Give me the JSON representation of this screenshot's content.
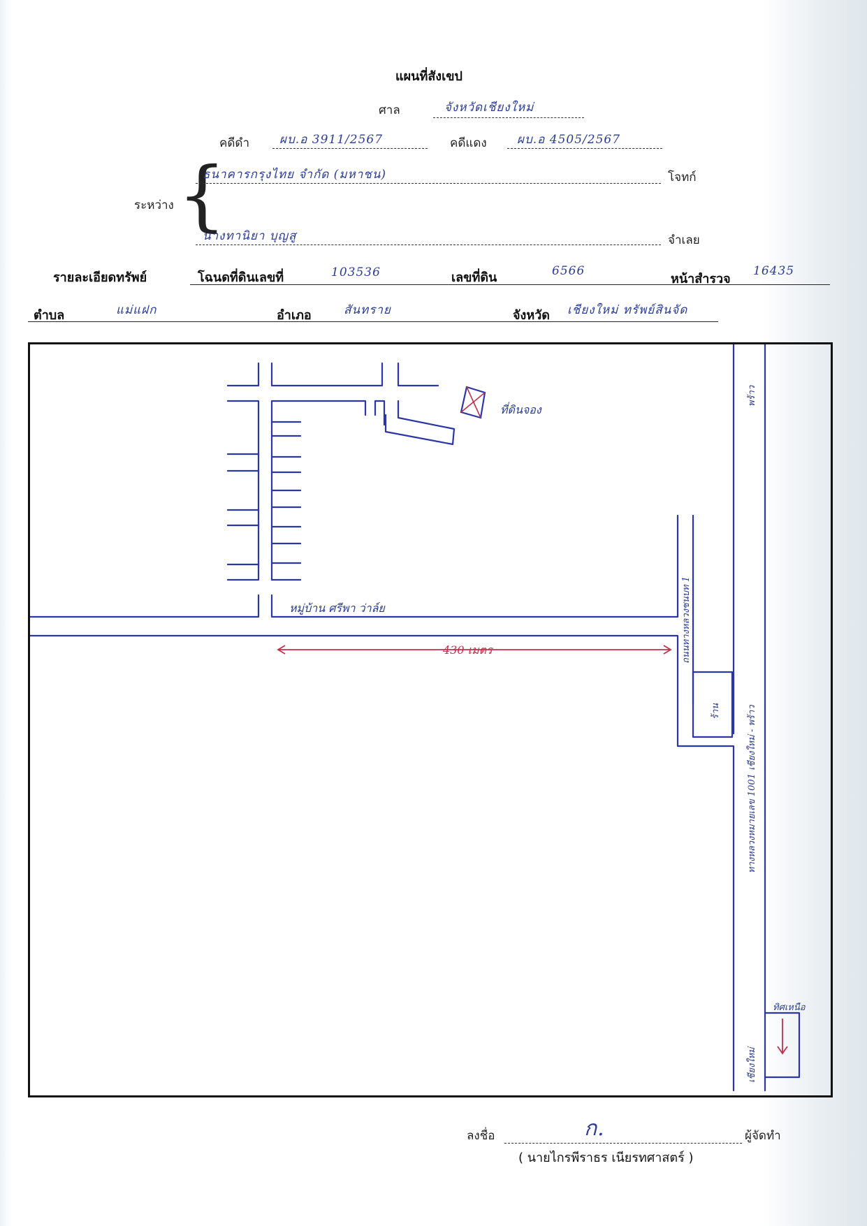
{
  "header": {
    "title": "แผนที่สังเขป",
    "court_label": "ศาล",
    "court_value": "จังหวัดเชียงใหม่",
    "black_case_label": "คดีดำ",
    "black_case_value": "ผบ.อ 3911/2567",
    "red_case_label": "คดีแดง",
    "red_case_value": "ผบ.อ 4505/2567",
    "between_label": "ระหว่าง",
    "plaintiff_value": "ธนาคารกรุงไทย จำกัด (มหาชน)",
    "plaintiff_label": "โจทก์",
    "defendant_value": "นางทานิยา บุญสู",
    "defendant_label": "จำเลย"
  },
  "property": {
    "details_label": "รายละเอียดทรัพย์",
    "deed_label": "โฉนดที่ดินเลขที่",
    "deed_value": "103536",
    "land_no_label": "เลขที่ดิน",
    "land_no_value": "6566",
    "survey_label": "หน้าสำรวจ",
    "survey_value": "16435",
    "subdistrict_label": "ตำบล",
    "subdistrict_value": "แม่แฝก",
    "district_label": "อำเภอ",
    "district_value": "สันทราย",
    "province_label": "จังหวัด",
    "province_value": "เชียงใหม่ ทรัพย์สินจัด"
  },
  "map": {
    "target_label": "ที่ดินจอง",
    "soi_label": "หมู่บ้าน ศรีพา ว่าล์ย",
    "distance_label": "430 เมตร",
    "side_road_label": "ถนนทางหลวงชนบท 1",
    "shop_label": "ร้าน",
    "highway_label": "ทางหลวงหมายเลข 1001 เชียงใหม่ - พร้าว",
    "north_label": "พร้าว",
    "south_label": "เชียงใหม่",
    "arrow_label": "ทิศเหนือ",
    "line_color": "#2b36a8",
    "accent_color": "#c0314a"
  },
  "footer": {
    "sign_label": "ลงชื่อ",
    "signature": "ก.",
    "preparer_label": "ผู้จัดทำ",
    "name": "( นายไกรพีราธร เนียรทศาสตร์ )"
  }
}
